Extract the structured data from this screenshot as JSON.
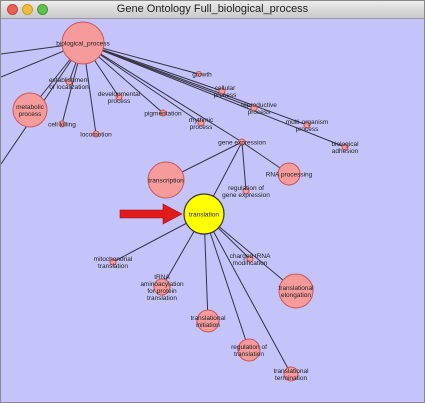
{
  "window": {
    "title": "Gene Ontology Full_biological_process",
    "controls": [
      "close",
      "minimize",
      "zoom"
    ]
  },
  "colors": {
    "background": "#c4c4fb",
    "node_fill": "#f59b9b",
    "node_stroke": "#c85858",
    "highlight_fill": "#ffff00",
    "highlight_stroke": "#333333",
    "arrow": "#e11a1a",
    "edge": "#333344"
  },
  "nodes": [
    {
      "id": "biological_process",
      "lines": [
        "biological_process"
      ]
    },
    {
      "id": "metabolic_process",
      "lines": [
        "metabolic",
        "process"
      ]
    },
    {
      "id": "establishment_of_localization",
      "lines": [
        "establishment",
        "of localization"
      ]
    },
    {
      "id": "developmental_process",
      "lines": [
        "developmental",
        "process"
      ]
    },
    {
      "id": "growth",
      "lines": [
        "growth"
      ]
    },
    {
      "id": "cellular_process",
      "lines": [
        "cellular",
        "process"
      ]
    },
    {
      "id": "reproductive_process",
      "lines": [
        "reproductive",
        "process"
      ]
    },
    {
      "id": "cell_killing",
      "lines": [
        "cell killing"
      ]
    },
    {
      "id": "locomotion",
      "lines": [
        "locomotion"
      ]
    },
    {
      "id": "pigmentation",
      "lines": [
        "pigmentation"
      ]
    },
    {
      "id": "rhythmic_process",
      "lines": [
        "rhythmic",
        "process"
      ]
    },
    {
      "id": "multi_organism_process",
      "lines": [
        "multi-organism",
        "process"
      ]
    },
    {
      "id": "biological_adhesion",
      "lines": [
        "biological",
        "adhesion"
      ]
    },
    {
      "id": "gene_expression",
      "lines": [
        "gene expression"
      ]
    },
    {
      "id": "transcription",
      "lines": [
        "transcription"
      ]
    },
    {
      "id": "rna_processing",
      "lines": [
        "RNA processing"
      ]
    },
    {
      "id": "regulation_of_gene_expression",
      "lines": [
        "regulation of",
        "gene expression"
      ]
    },
    {
      "id": "translation",
      "lines": [
        "translation"
      ],
      "highlight": true
    },
    {
      "id": "mitochondrial_translation",
      "lines": [
        "mitochondrial",
        "translation"
      ]
    },
    {
      "id": "charged_trna_modification",
      "lines": [
        "charged tRNA",
        "modification"
      ]
    },
    {
      "id": "trna_aminoacylation",
      "lines": [
        "tRNA",
        "aminoacylation",
        "for protein",
        "translation"
      ]
    },
    {
      "id": "translational_elongation",
      "lines": [
        "translational",
        "elongation"
      ]
    },
    {
      "id": "translational_initiation",
      "lines": [
        "translational",
        "initiation"
      ]
    },
    {
      "id": "regulation_of_translation",
      "lines": [
        "regulation of",
        "translation"
      ]
    },
    {
      "id": "translational_termination",
      "lines": [
        "translational",
        "termination"
      ]
    }
  ],
  "edges": [
    [
      "biological_process",
      "metabolic_process"
    ],
    [
      "biological_process",
      "establishment_of_localization"
    ],
    [
      "biological_process",
      "developmental_process"
    ],
    [
      "biological_process",
      "growth"
    ],
    [
      "biological_process",
      "cellular_process"
    ],
    [
      "biological_process",
      "reproductive_process"
    ],
    [
      "biological_process",
      "cell_killing"
    ],
    [
      "biological_process",
      "locomotion"
    ],
    [
      "biological_process",
      "pigmentation"
    ],
    [
      "biological_process",
      "rhythmic_process"
    ],
    [
      "biological_process",
      "multi_organism_process"
    ],
    [
      "biological_process",
      "biological_adhesion"
    ],
    [
      "biological_process",
      "gene_expression"
    ],
    [
      "gene_expression",
      "transcription"
    ],
    [
      "gene_expression",
      "rna_processing"
    ],
    [
      "gene_expression",
      "regulation_of_gene_expression"
    ],
    [
      "gene_expression",
      "translation"
    ],
    [
      "translation",
      "mitochondrial_translation"
    ],
    [
      "translation",
      "charged_trna_modification"
    ],
    [
      "translation",
      "trna_aminoacylation"
    ],
    [
      "translation",
      "translational_elongation"
    ],
    [
      "translation",
      "translational_initiation"
    ],
    [
      "translation",
      "regulation_of_translation"
    ],
    [
      "translation",
      "translational_termination"
    ]
  ]
}
